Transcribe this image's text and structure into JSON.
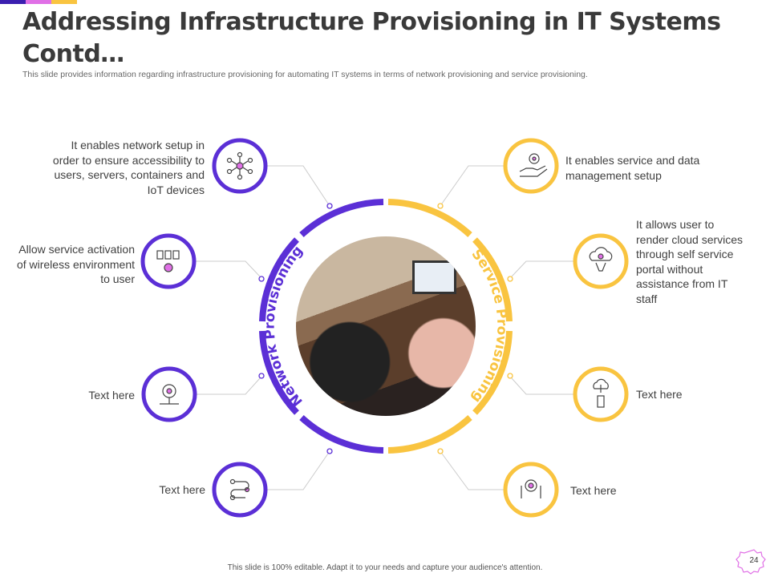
{
  "header": {
    "title": "Addressing Infrastructure Provisioning in IT Systems Contd…",
    "subtitle": "This slide provides information regarding infrastructure provisioning for automating IT systems in terms of network provisioning and service provisioning."
  },
  "colors": {
    "purple": "#5b2fd6",
    "yellow": "#f9c440",
    "pink": "#e070e6"
  },
  "ring": {
    "left_label": "Network Provisioning",
    "right_label": "Service Provisioning"
  },
  "left_items": [
    {
      "icon": "network-hub-icon",
      "text": "It enables network setup in order to ensure accessibility to users, servers, containers and IoT devices"
    },
    {
      "icon": "wireless-devices-icon",
      "text": "Allow service activation of wireless environment to user"
    },
    {
      "icon": "gear-network-icon",
      "text": "Text here"
    },
    {
      "icon": "workflow-icon",
      "text": "Text here"
    }
  ],
  "right_items": [
    {
      "icon": "gear-hand-icon",
      "text": "It enables service and data management setup"
    },
    {
      "icon": "cloud-service-icon",
      "text": "It allows user to render cloud services through self service portal without assistance from IT staff"
    },
    {
      "icon": "cloud-download-icon",
      "text": "Text here"
    },
    {
      "icon": "gear-hands-icon",
      "text": "Text here"
    }
  ],
  "footer": "This slide is 100% editable. Adapt it to your needs and capture your audience's attention.",
  "page_number": "24"
}
